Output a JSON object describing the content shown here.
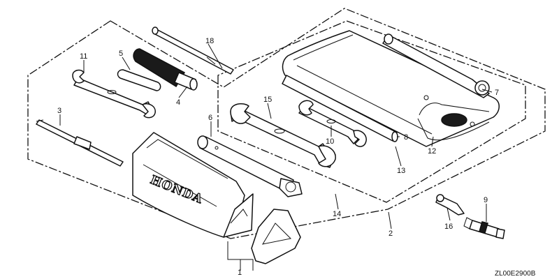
{
  "callouts": {
    "c1": "1",
    "c2": "2",
    "c3": "3",
    "c4": "4",
    "c5": "5",
    "c6": "6",
    "c7": "7",
    "c8": "8",
    "c9": "9",
    "c10": "10",
    "c11": "11",
    "c12": "12",
    "c13": "13",
    "c14": "14",
    "c15": "15",
    "c16": "16",
    "c18": "18"
  },
  "bag_brand": "HONDA",
  "diagram_code": "ZL00E2900B"
}
